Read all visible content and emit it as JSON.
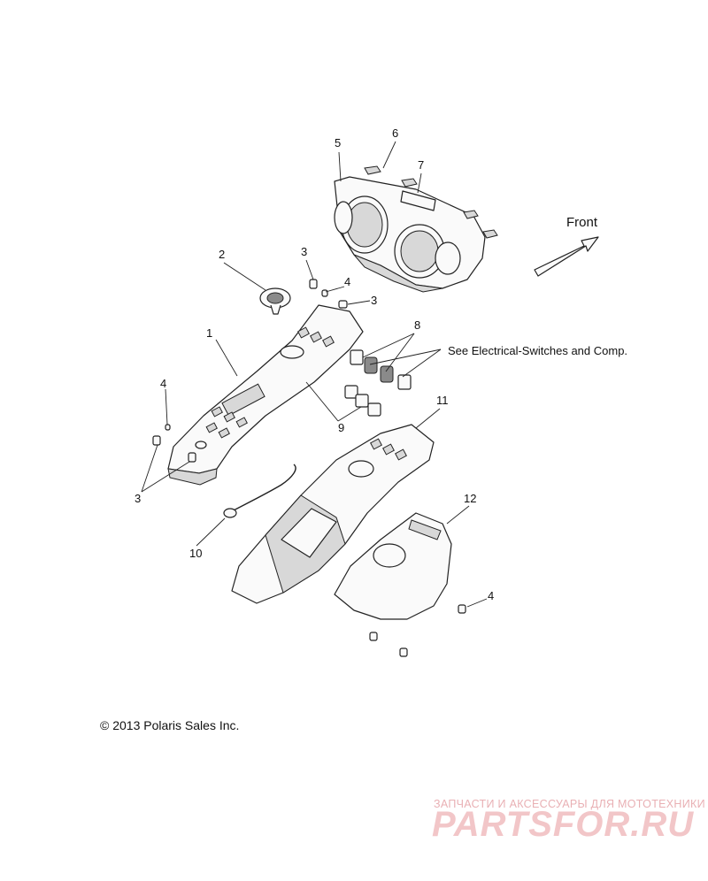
{
  "callouts": [
    {
      "id": "c5",
      "label": "5"
    },
    {
      "id": "c6",
      "label": "6"
    },
    {
      "id": "c7",
      "label": "7"
    },
    {
      "id": "c2",
      "label": "2"
    },
    {
      "id": "c3a",
      "label": "3"
    },
    {
      "id": "c4a",
      "label": "4"
    },
    {
      "id": "c3b",
      "label": "3"
    },
    {
      "id": "c1",
      "label": "1"
    },
    {
      "id": "c8",
      "label": "8"
    },
    {
      "id": "c4b",
      "label": "4"
    },
    {
      "id": "c9",
      "label": "9"
    },
    {
      "id": "c11",
      "label": "11"
    },
    {
      "id": "c3c",
      "label": "3"
    },
    {
      "id": "c12",
      "label": "12"
    },
    {
      "id": "c10",
      "label": "10"
    },
    {
      "id": "c4c",
      "label": "4"
    }
  ],
  "direction_label": "Front",
  "reference_note": "See Electrical-Switches and Comp.",
  "copyright": "© 2013 Polaris Sales Inc.",
  "watermark": {
    "tagline": "ЗАПЧАСТИ И АКСЕССУАРЫ ДЛЯ МОТОТЕХНИКИ",
    "logo": "PARTSFOR.RU"
  }
}
